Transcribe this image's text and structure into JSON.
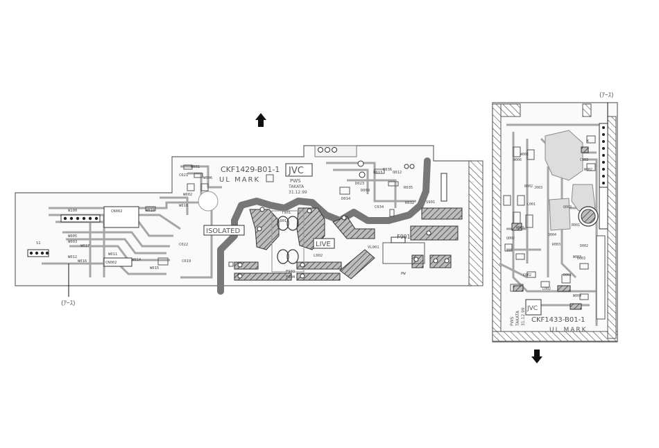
{
  "left_board": {
    "part_number": "CKF1429-B01-1",
    "ul_mark": "UL MARK",
    "logo": "JVC",
    "maker_block": [
      "PWS",
      "TAKATA",
      "31.12.99"
    ],
    "isolated_label": "ISOLATED",
    "live_label": "LIVE",
    "connectors": [
      "W100",
      "CN002",
      "W010",
      "W016",
      "W017",
      "CN002",
      "S1",
      "PW"
    ],
    "components": [
      "W001",
      "W006",
      "W002",
      "Q013",
      "R036",
      "Q012",
      "C034",
      "D014",
      "D009",
      "F901",
      "T901",
      "L901",
      "L902",
      "F903",
      "F904",
      "VL001",
      "S901",
      "C019",
      "W014",
      "W005",
      "W012",
      "W003",
      "W011",
      "W016",
      "W015",
      "R035",
      "R032",
      "D023",
      "C021",
      "C022"
    ],
    "ground_symbol": "(ｱｰｽ)"
  },
  "right_board": {
    "part_number": "CKF1433-B01-1",
    "ul_mark": "UL MARK",
    "logo": "JVC",
    "maker_block": [
      "PWS",
      "TAKATA",
      "31.12.99"
    ],
    "components": [
      "W001",
      "W005",
      "W006",
      "Q002",
      "Q003",
      "Q004",
      "R001",
      "R002",
      "R003",
      "L001",
      "L002",
      "C002",
      "C003",
      "D001",
      "D002",
      "D003",
      "J003",
      "W003",
      "W004",
      "W002",
      "K"
    ],
    "ground_symbol": "(ｱｰｽ)"
  },
  "arrows": {
    "up": "up-arrow",
    "down": "down-arrow"
  },
  "colors": {
    "trace": "#9a9a9a",
    "hatch": "#333333",
    "outline": "#555555",
    "background": "#ffffff"
  }
}
